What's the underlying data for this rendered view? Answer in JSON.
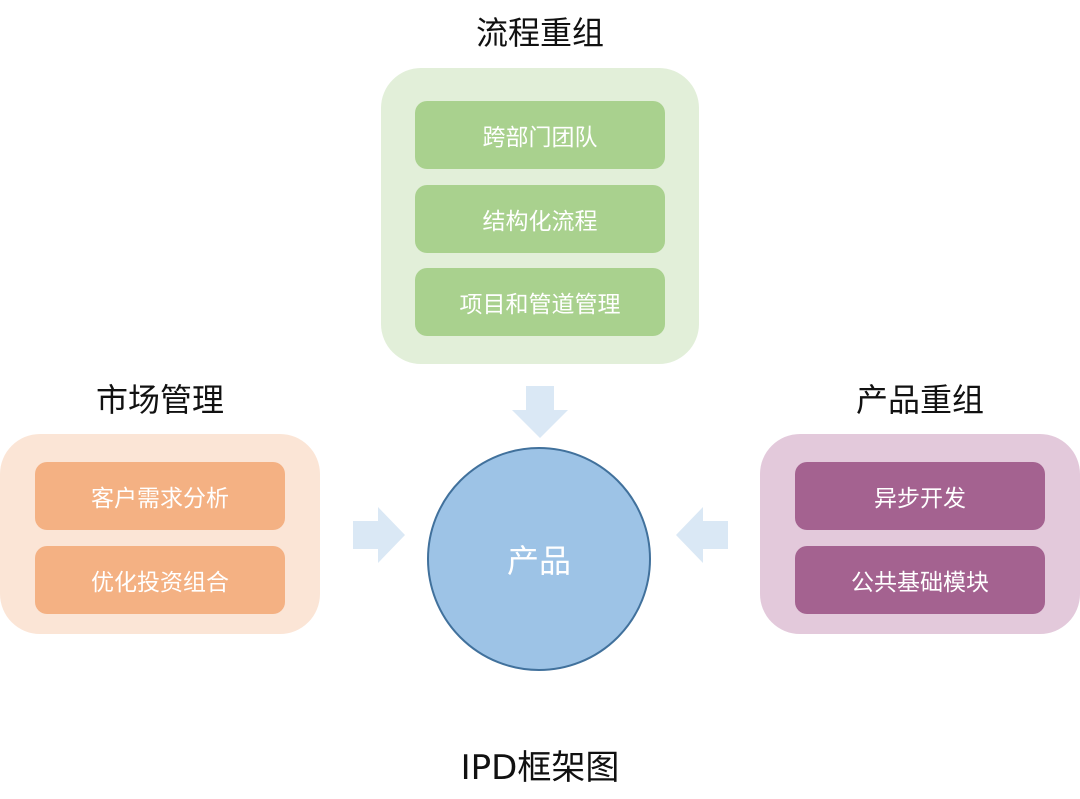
{
  "diagram": {
    "caption": "IPD框架图",
    "center": {
      "label": "产品",
      "color": "#9dc3e6",
      "border_color": "#41719c"
    },
    "groups": {
      "process": {
        "title": "流程重组",
        "items": [
          "跨部门团队",
          "结构化流程",
          "项目和管道管理"
        ],
        "bg_color": "#e2efd9",
        "item_color": "#a9d18e"
      },
      "market": {
        "title": "市场管理",
        "items": [
          "客户需求分析",
          "优化投资组合"
        ],
        "bg_color": "#fbe5d6",
        "item_color": "#f4b183"
      },
      "product": {
        "title": "产品重组",
        "items": [
          "异步开发",
          "公共基础模块"
        ],
        "bg_color": "#e3c9db",
        "item_color": "#a46290"
      }
    },
    "arrow_color": "#dae8f5",
    "arrows": [
      "down-from-process",
      "right-from-market",
      "left-from-product"
    ]
  }
}
